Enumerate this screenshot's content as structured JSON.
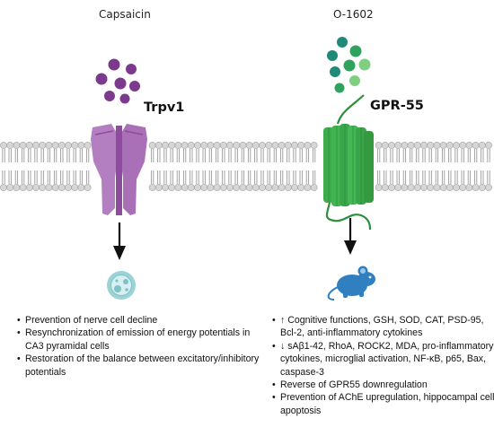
{
  "left": {
    "title": "Capsaicin",
    "receptor_label": "Trpv1",
    "effects": [
      "Prevention of nerve cell decline",
      "Resynchronization of emission of energy potentials in CA3 pyramidal cells",
      "Restoration of the balance between excitatory/inhibitory potentials"
    ]
  },
  "right": {
    "title": "O-1602",
    "receptor_label": "GPR-55",
    "effects": [
      "↑ Cognitive functions, GSH, SOD, CAT, PSD-95, Bcl-2, anti-inflammatory cytokines",
      "↓ sAβ1-42, RhoA, ROCK2, MDA, pro-inflammatory cytokines, microglial activation, NF-κB, p65, Bax, caspase-3",
      "Reverse of GPR55 downregulation",
      "Prevention of AChE upregulation, hippocampal cell apoptosis"
    ]
  },
  "colors": {
    "capsaicin_dots": "#7b3a8c",
    "trpv1": "#b47fc0",
    "gpr55": "#3cac4c",
    "o1602_dots": [
      "#1f8a78",
      "#2fa35d",
      "#7ed080"
    ],
    "membrane_heads": "#d6d6d6",
    "cell_icon": "#9bd3d7",
    "mouse_icon": "#2f7fc1"
  },
  "icons": {
    "left_outcome": "neuron-cell-icon",
    "right_outcome": "mouse-icon"
  }
}
